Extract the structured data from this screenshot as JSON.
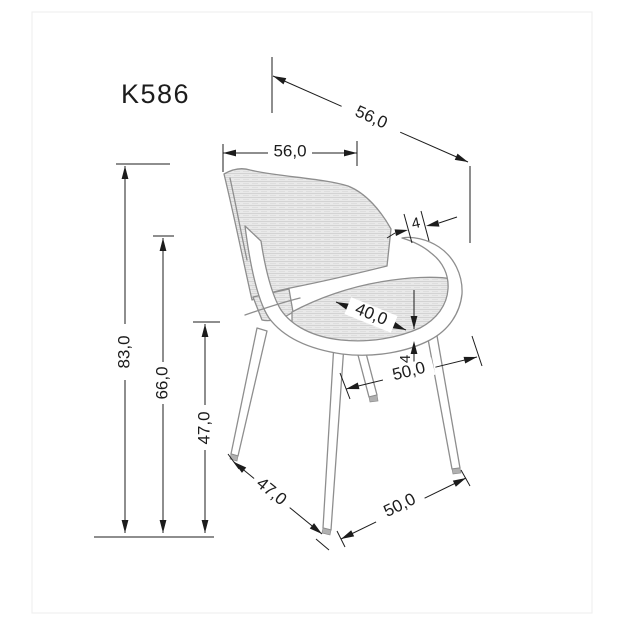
{
  "drawing": {
    "model_label": "K586",
    "dimensions": {
      "depth_diagonal": {
        "label": "56,0",
        "meaning": "overall depth (diagonal)"
      },
      "backrest_width": {
        "label": "56,0",
        "meaning": "backrest / overall width"
      },
      "backrest_thickness": {
        "label": "4",
        "meaning": "backrest board thickness"
      },
      "total_height": {
        "label": "83,0",
        "meaning": "total height"
      },
      "armrest_height": {
        "label": "66,0",
        "meaning": "armrest height"
      },
      "seat_height": {
        "label": "47,0",
        "meaning": "seat height"
      },
      "seat_depth": {
        "label": "40,0",
        "meaning": "seat depth"
      },
      "seat_thickness": {
        "label": "4",
        "meaning": "seat board thickness"
      },
      "seat_width": {
        "label": "50,0",
        "meaning": "seat width"
      },
      "front_stance": {
        "label": "47,0",
        "meaning": "front leg stance"
      },
      "side_stance": {
        "label": "50,0",
        "meaning": "side leg stance"
      }
    },
    "colors": {
      "dimension_lines": "#1c1c1c",
      "chair_outline": "#8e8e8e",
      "wood_fill": "#e9e9e9",
      "wood_grain": "#d3d3d3",
      "foot_cap": "#b0b0b0",
      "frame_border": "#ededed"
    }
  }
}
